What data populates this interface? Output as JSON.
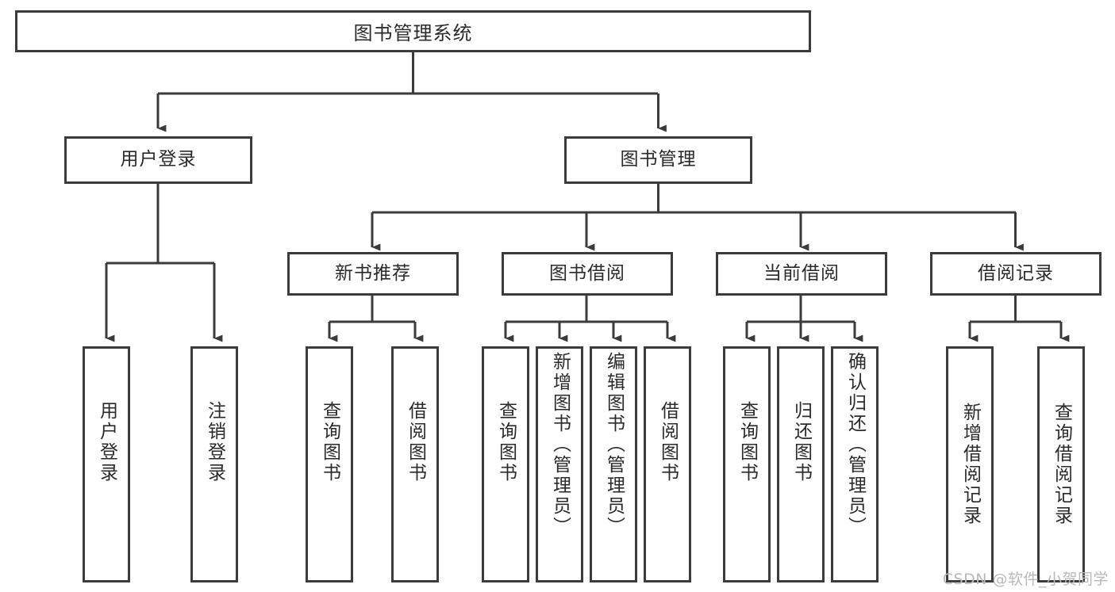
{
  "diagram": {
    "title": "图书管理系统",
    "type": "hierarchical-tree",
    "watermark": "CSDN @软件_小贺同学",
    "colors": {
      "stroke": "#3b3b3b",
      "text": "#2a2a2a",
      "background": "#ffffff",
      "watermark": "#b9b9b9"
    }
  },
  "root": {
    "label": "图书管理系统"
  },
  "level1": [
    {
      "label": "用户登录"
    },
    {
      "label": "图书管理"
    }
  ],
  "level2": [
    {
      "label": "新书推荐"
    },
    {
      "label": "图书借阅"
    },
    {
      "label": "当前借阅"
    },
    {
      "label": "借阅记录"
    }
  ],
  "leaves": {
    "user_login": [
      {
        "label": "用户登录"
      },
      {
        "label": "注销登录"
      }
    ],
    "new_book": [
      {
        "label": "查询图书"
      },
      {
        "label": "借阅图书"
      }
    ],
    "borrow_book": [
      {
        "label": "查询图书"
      },
      {
        "label": "新增图书（管理员）"
      },
      {
        "label": "编辑图书（管理员）"
      },
      {
        "label": "借阅图书"
      }
    ],
    "current_borrow": [
      {
        "label": "查询图书"
      },
      {
        "label": "归还图书"
      },
      {
        "label": "确认归还（管理员）"
      }
    ],
    "borrow_record": [
      {
        "label": "新增借阅记录"
      },
      {
        "label": "查询借阅记录"
      }
    ]
  }
}
